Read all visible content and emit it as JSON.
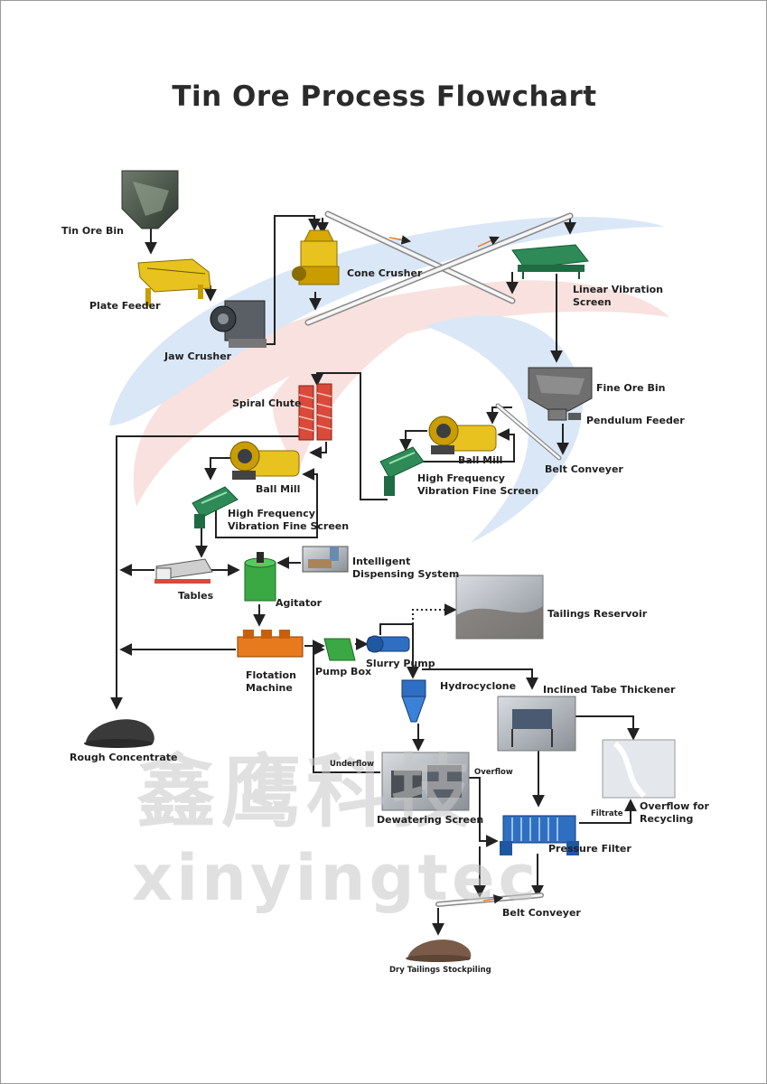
{
  "title": "Tin Ore Process Flowchart",
  "watermark": {
    "chinese": "鑫鹰科技",
    "english": "xinyingtec"
  },
  "colors": {
    "flow_line": "#222222",
    "accent_swoosh_blue": "#bcd4f0",
    "accent_swoosh_red": "#f4c9c4",
    "equipment_green": "#2e8b57",
    "equipment_orange": "#e87a1e",
    "equipment_yellow": "#e8c21e",
    "equipment_blue": "#2f6fc2"
  },
  "labels": {
    "tin_ore_bin": "Tin Ore Bin",
    "plate_feeder": "Plate Feeder",
    "jaw_crusher": "Jaw Crusher",
    "cone_crusher": "Cone Crusher",
    "linear_vibration_screen_1": "Linear Vibration",
    "linear_vibration_screen_2": "Screen",
    "fine_ore_bin": "Fine Ore Bin",
    "pendulum_feeder": "Pendulum Feeder",
    "belt_conveyer_top": "Belt Conveyer",
    "ball_mill_right": "Ball Mill",
    "hf_screen_right_1": "High Frequency",
    "hf_screen_right_2": "Vibration Fine Screen",
    "spiral_chute": "Spiral Chute",
    "ball_mill_left": "Ball Mill",
    "hf_screen_left_1": "High Frequency",
    "hf_screen_left_2": "Vibration Fine Screen",
    "tables": "Tables",
    "agitator": "Agitator",
    "intelligent_dispensing_1": "Intelligent",
    "intelligent_dispensing_2": "Dispensing System",
    "tailings_reservoir": "Tailings Reservoir",
    "flotation_machine_1": "Flotation",
    "flotation_machine_2": "Machine",
    "pump_box": "Pump Box",
    "slurry_pump": "Slurry Pump",
    "hydrocyclone": "Hydrocyclone",
    "inclined_tube_thickener": "Inclined Tabe Thickener",
    "rough_concentrate": "Rough Concentrate",
    "underflow": "Underflow",
    "overflow": "Overflow",
    "dewatering_screen": "Dewatering Screen",
    "filtrate": "Filtrate",
    "overflow_recycling_1": "Overflow for",
    "overflow_recycling_2": "Recycling",
    "pressure_filter": "Pressure Filter",
    "belt_conveyer_bottom": "Belt Conveyer",
    "dry_tailings": "Dry Tailings Stockpiling"
  }
}
